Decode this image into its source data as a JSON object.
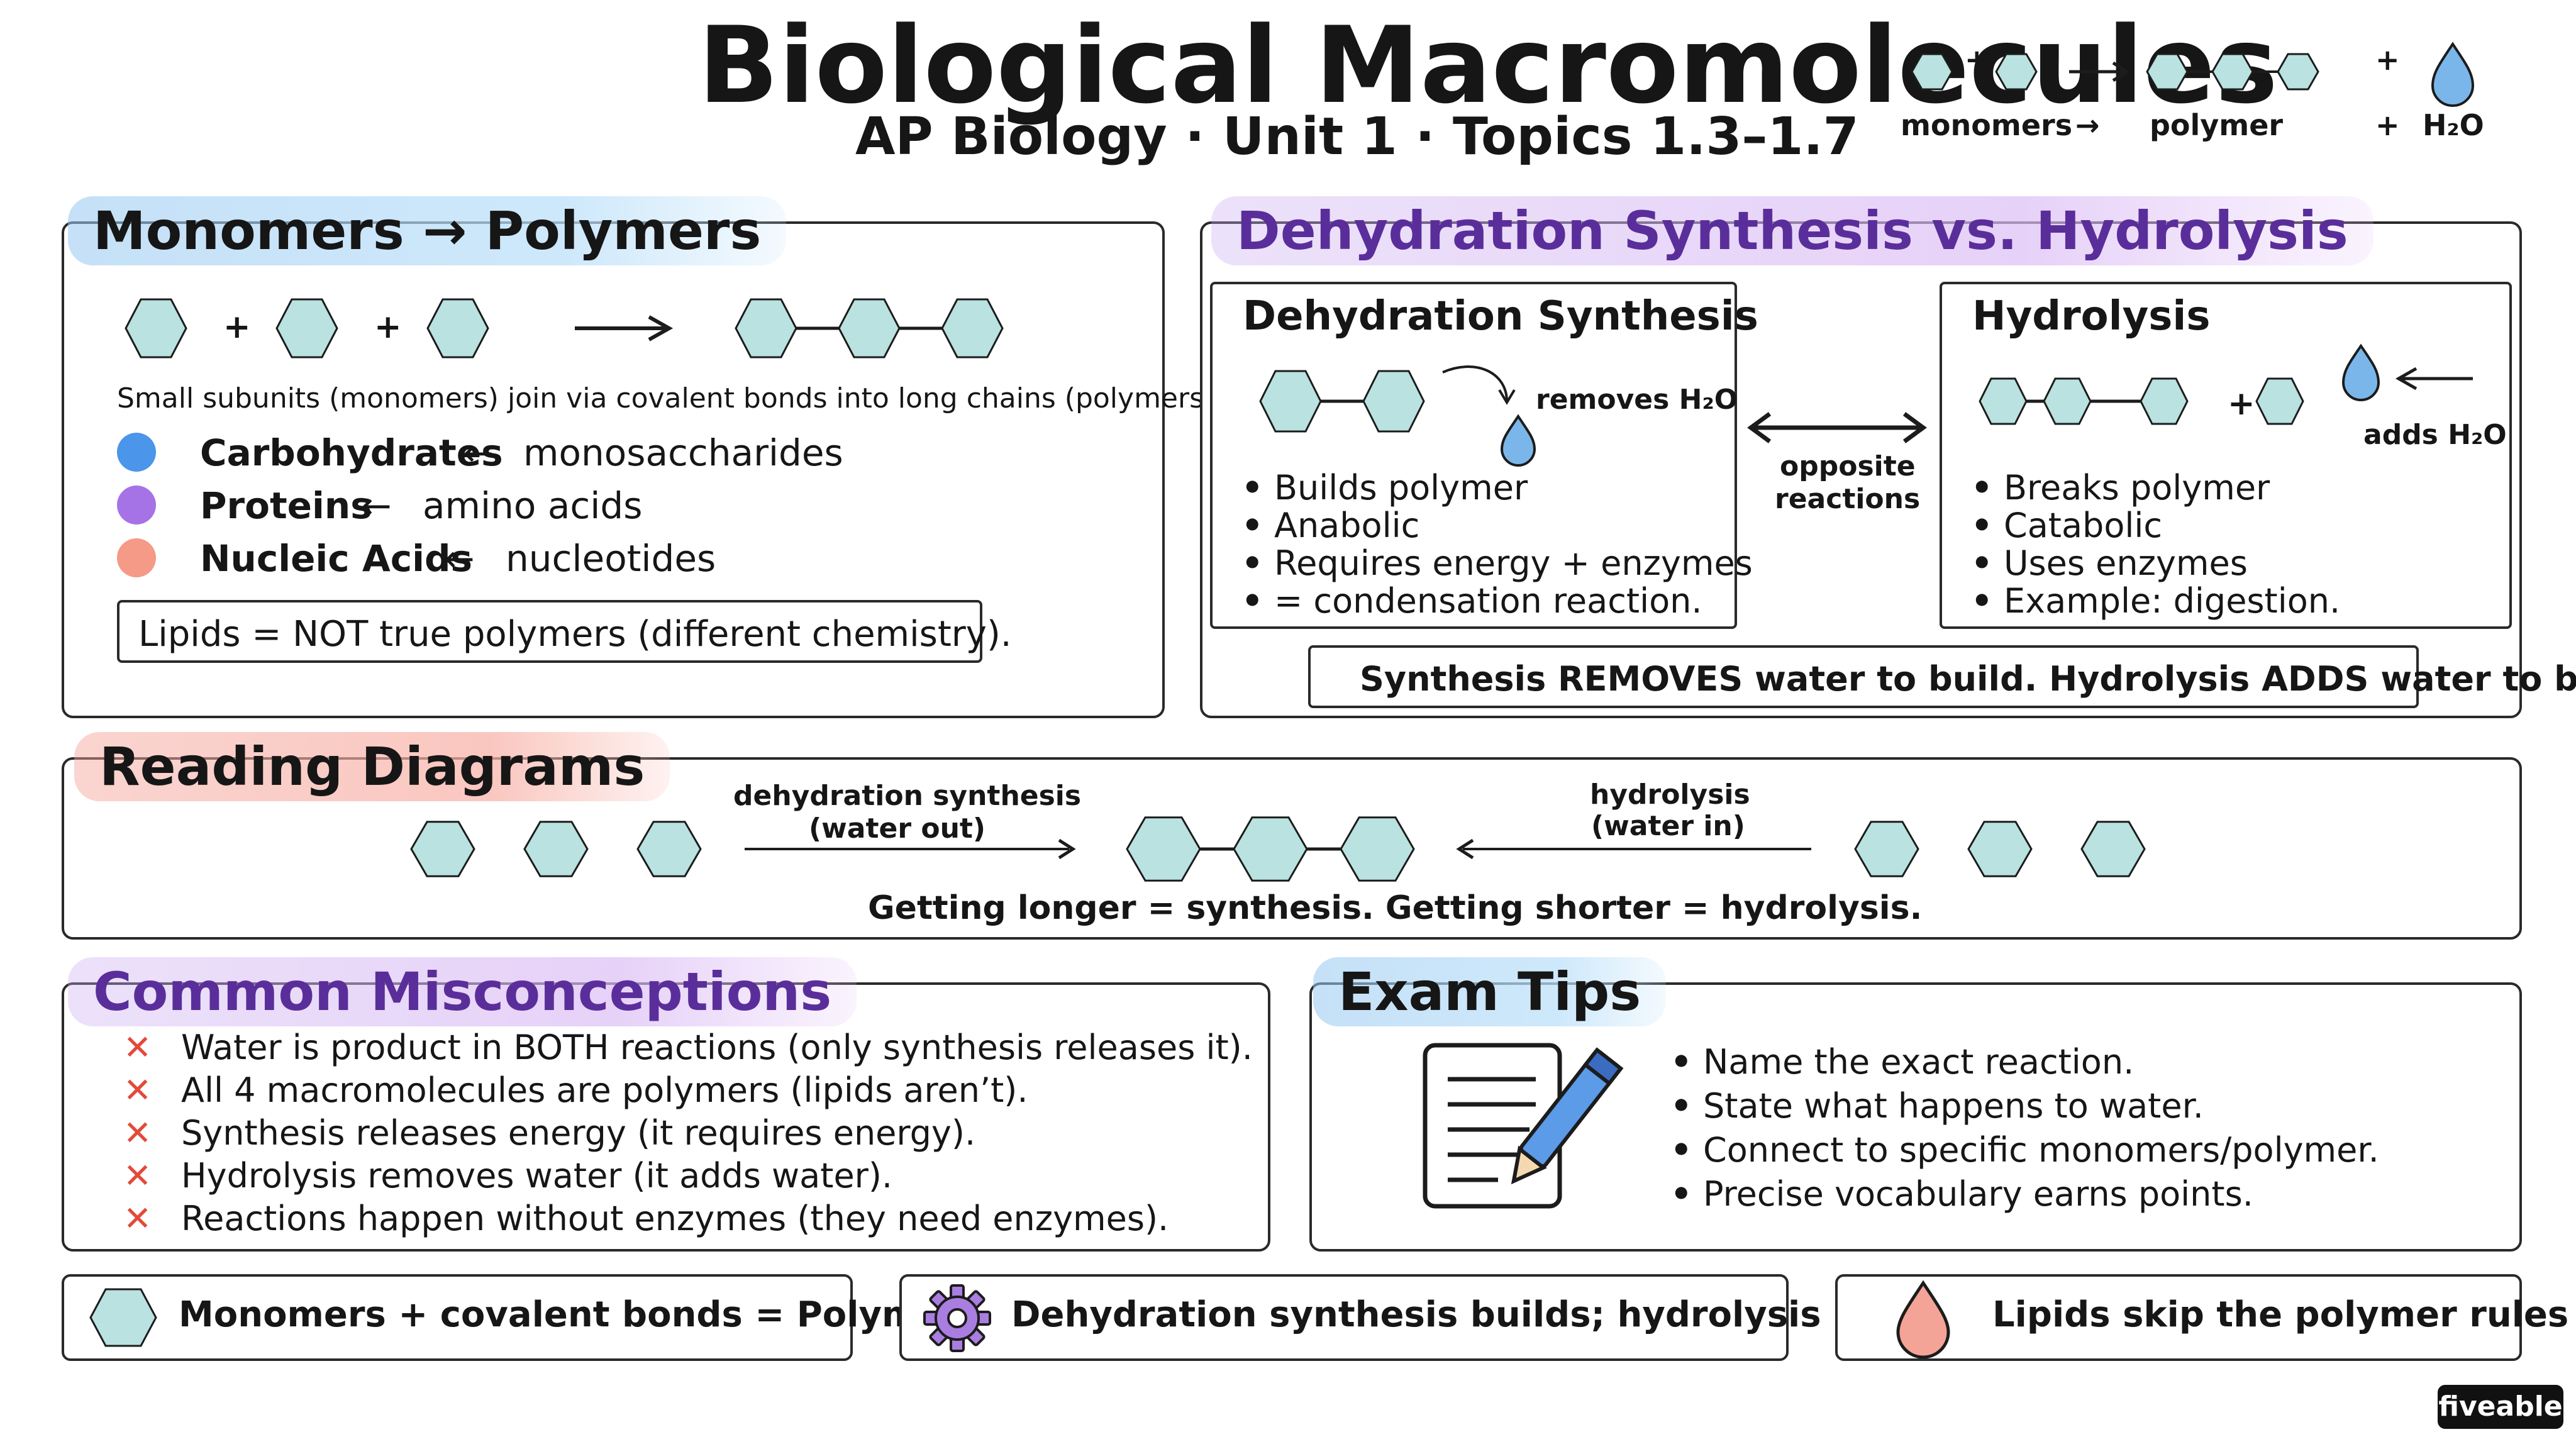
{
  "header": {
    "title": "Biological Macromolecules",
    "subtitle": "AP Biology · Unit 1 · Topics 1.3–1.7",
    "plus": "+",
    "arrow": "→",
    "monomers_label": "monomers",
    "arrow_label": "→",
    "polymer_label": "polymer",
    "plus_label": "+",
    "water_label": "H₂O"
  },
  "monomers_polymers": {
    "heading": "Monomers → Polymers",
    "plus": "+",
    "description": "Small subunits (monomers) join via covalent bonds into long chains (polymers).",
    "items": [
      {
        "name": "Carbohydrates",
        "arrow": "←",
        "monomer": "monosaccharides",
        "color": "#4b95ea"
      },
      {
        "name": "Proteins",
        "arrow": "←",
        "monomer": "amino acids",
        "color": "#a673e6"
      },
      {
        "name": "Nucleic Acids",
        "arrow": "←",
        "monomer": "nucleotides",
        "color": "#f49a86"
      }
    ],
    "note": "Lipids = NOT true polymers (different chemistry)."
  },
  "dehydration_hydrolysis": {
    "heading": "Dehydration Synthesis vs. Hydrolysis",
    "synthesis": {
      "title": "Dehydration Synthesis",
      "water_note": "removes H₂O",
      "bullets": [
        "Builds polymer",
        "Anabolic",
        "Requires energy + enzymes",
        "= condensation reaction."
      ]
    },
    "opposite_label_1": "opposite",
    "opposite_label_2": "reactions",
    "hydrolysis": {
      "title": "Hydrolysis",
      "plus": "+",
      "water_note": "adds H₂O",
      "bullets": [
        "Breaks polymer",
        "Catabolic",
        "Uses enzymes",
        "Example: digestion."
      ]
    },
    "summary": "Synthesis REMOVES water to build. Hydrolysis ADDS water to break."
  },
  "reading_diagrams": {
    "heading": "Reading Diagrams",
    "left_label_1": "dehydration synthesis",
    "left_label_2": "(water out)",
    "right_label_1": "hydrolysis",
    "right_label_2": "(water in)",
    "caption": "Getting longer = synthesis. Getting shorter = hydrolysis."
  },
  "misconceptions": {
    "heading": "Common Misconceptions",
    "mark": "✕",
    "items": [
      "Water is product in BOTH reactions (only synthesis releases it).",
      "All 4 macromolecules are polymers (lipids aren’t).",
      "Synthesis releases energy (it requires energy).",
      "Hydrolysis removes water (it adds water).",
      "Reactions happen without enzymes (they need enzymes)."
    ]
  },
  "exam_tips": {
    "heading": "Exam Tips",
    "items": [
      "Name the exact reaction.",
      "State what happens to water.",
      "Connect to specific monomers/polymer.",
      "Precise vocabulary earns points."
    ]
  },
  "footer": {
    "item1": "Monomers + covalent bonds = Polymers",
    "item2": "Dehydration synthesis builds; hydrolysis breaks",
    "item3": "Lipids skip the polymer rules"
  },
  "brand": "fiveable",
  "icons": {
    "hexagon": "hexagon-icon",
    "water_drop": "water-drop-icon",
    "gear": "gear-icon",
    "notepad_pencil": "notepad-pencil-icon"
  }
}
